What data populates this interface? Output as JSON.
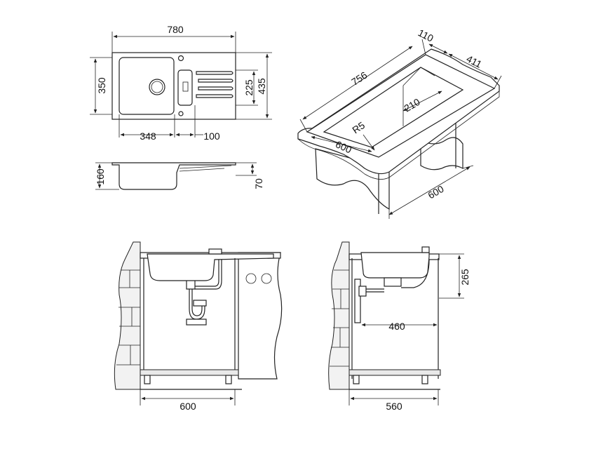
{
  "top_view": {
    "width": "780",
    "height_left": "350",
    "height_inner": "225",
    "height_right": "435",
    "bowl_width": "348",
    "gap": "100"
  },
  "side_view": {
    "depth": "160",
    "drainer_depth": "70"
  },
  "iso_view": {
    "back_depth": "110",
    "back_width": "411",
    "length": "756",
    "inner": "210",
    "radius": "R5",
    "front": "600",
    "cabinet": "600"
  },
  "front_view": {
    "cabinet_width": "600"
  },
  "side_section": {
    "height": "265",
    "drain_offset": "460",
    "cabinet_depth": "560"
  }
}
